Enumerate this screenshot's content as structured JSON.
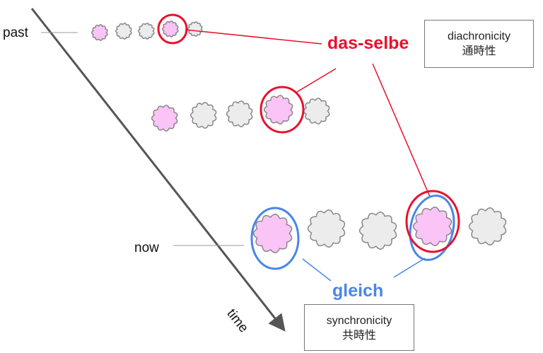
{
  "labels": {
    "past": "past",
    "now": "now",
    "time": "time"
  },
  "diachronic": {
    "term": "das-selbe",
    "en": "diachronicity",
    "ja": "通時性"
  },
  "synchronic": {
    "term": "gleich",
    "en": "synchronicity",
    "ja": "共時性"
  },
  "colors": {
    "red": "#e8112d",
    "blue": "#4a86e8",
    "pink": "#fbc4f7",
    "gray": "#ececec",
    "arrow": "#555555"
  }
}
